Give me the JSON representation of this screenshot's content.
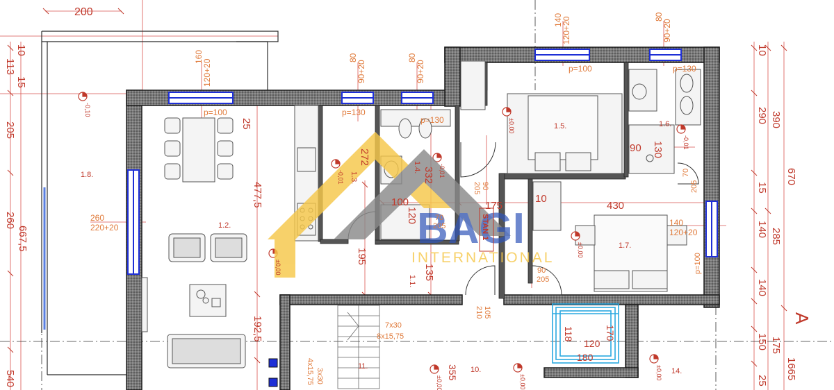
{
  "rooms": {
    "r1_8": "1.8.",
    "r1_2": "1.2.",
    "r1_3": "1.3.",
    "r1_4": "1.4.",
    "r1_5": "1.5.",
    "r1_6": "1.6.",
    "r1_7": "1.7.",
    "r1_1": "1.1.",
    "r10": "10.",
    "r11": "11.",
    "r14": "14.",
    "stan": "STAN 1"
  },
  "dims_top": {
    "d200": "200",
    "d160": "160",
    "d120_20": "120+20",
    "d80a": "80",
    "d90_20a": "90+20",
    "d80b": "80",
    "d90_20b": "90+20",
    "d140": "140",
    "d120_20b": "120+20",
    "d80c": "80",
    "d90_20c": "90+20"
  },
  "dims_interior": {
    "p100a": "p=100",
    "p130a": "p=130",
    "p130b": "p=130",
    "p100b": "p=100",
    "p130c": "p=130",
    "d25": "25",
    "d272": "272",
    "d332": "332",
    "d477_5": "477,5",
    "d192_5": "192,5",
    "d260": "260",
    "d220_20": "220+20",
    "d100": "100",
    "d175": "175",
    "d10": "10",
    "d430": "430",
    "d90_205a": "90",
    "d205a": "205",
    "d70": "70",
    "d205b": "205",
    "d90c": "90",
    "d205c": "205",
    "d105": "105",
    "d210": "210",
    "d195": "195",
    "d135": "135",
    "d120": "120",
    "d90_130": "90",
    "d130": "130",
    "d70b": "70",
    "d205d": "205",
    "d140b": "140",
    "d120_20c": "120+20",
    "p100c": "p=100",
    "d7x30": "7x30",
    "d8x15": "8x15,75",
    "d3x30": "3x30",
    "d4x15": "4x15,75",
    "d355": "355",
    "d170": "170",
    "d118": "118",
    "d120c": "120",
    "d180": "180"
  },
  "levels": {
    "lv1": "-0,10",
    "lv2": "±0,00",
    "lv3": "-0,01",
    "lv4": "-0,01",
    "lv5": "±0,00",
    "lv6": "-0,01",
    "lv7": "±0,00",
    "lv8": "±0,00",
    "lv9": "±0,00",
    "lv10": "±0,00"
  },
  "dims_left": {
    "d113": "113",
    "d10": "10",
    "d15": "15",
    "d205": "205",
    "d260": "260",
    "d667_5": "667,5",
    "d540": "540"
  },
  "dims_right": {
    "d290": "290",
    "d390": "390",
    "d670": "670",
    "d10": "10",
    "d285": "285",
    "d140": "140",
    "d140b": "140",
    "d15": "15",
    "d150": "150",
    "d175": "175",
    "d1665": "1665",
    "d25": "25",
    "A": "A"
  },
  "watermark": {
    "brand": "BAGI",
    "sub": "INTERNATIONAL"
  },
  "colors": {
    "wall": "#2b2b2b",
    "wallFill": "#9a9a9a",
    "dimension": "#d9534f",
    "window": "#1e2fd6",
    "watermarkYellow": "#f6c84a",
    "watermarkGray": "#8a8a8a"
  }
}
